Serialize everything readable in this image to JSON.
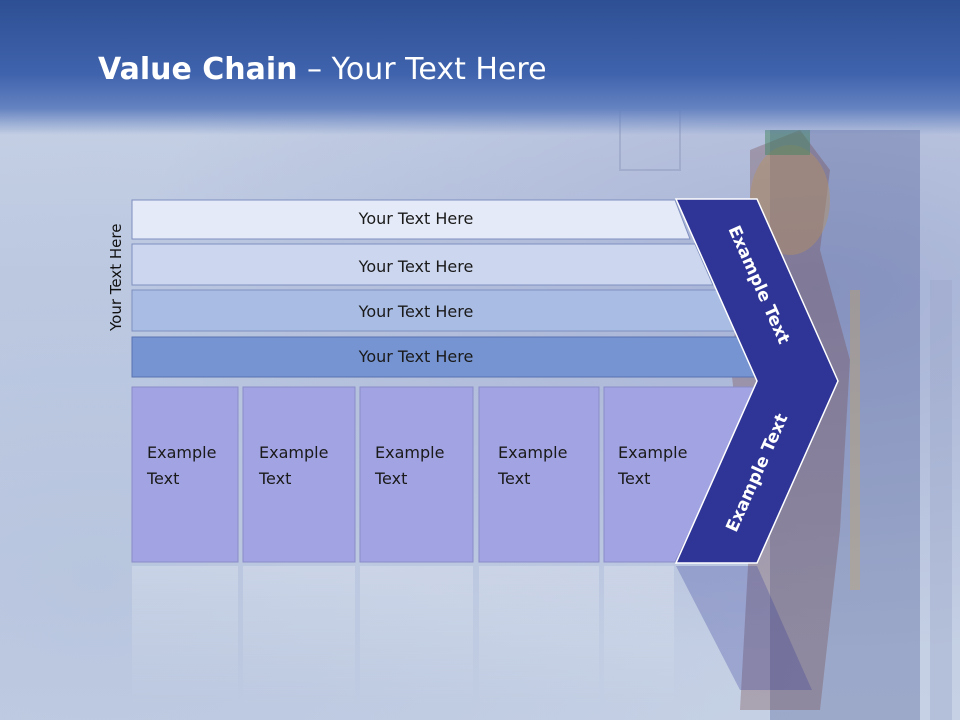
{
  "title": {
    "bold": "Value Chain",
    "rest": " – Your Text Here"
  },
  "side_label": "Your Text Here",
  "bars": [
    {
      "label": "Your Text Here"
    },
    {
      "label": "Your Text Here"
    },
    {
      "label": "Your Text Here"
    },
    {
      "label": "Your Text Here"
    }
  ],
  "boxes": [
    {
      "line1": "Example",
      "line2": "Text"
    },
    {
      "line1": "Example",
      "line2": "Text"
    },
    {
      "line1": "Example",
      "line2": "Text"
    },
    {
      "line1": "Example",
      "line2": "Text"
    },
    {
      "line1": "Example",
      "line2": "Text"
    }
  ],
  "chevron": {
    "upper_label": "Example Text",
    "lower_label": "Example Text"
  },
  "colors": {
    "header": "#3a5ca6",
    "bar_1": "#e4eaf7",
    "bar_2": "#ccd7ef",
    "bar_3": "#a9bce3",
    "bar_4": "#7694d2",
    "box_fill": "#a2a3e2",
    "chevron": "#2f3596"
  }
}
